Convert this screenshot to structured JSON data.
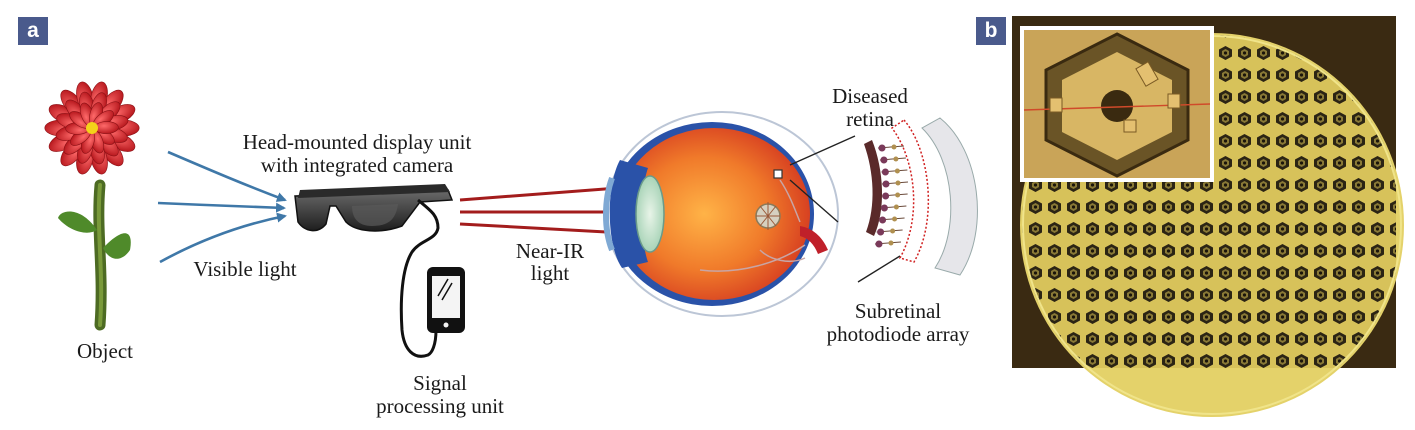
{
  "panels": {
    "a": "a",
    "b": "b"
  },
  "labels": {
    "object": "Object",
    "visible_light": "Visible light",
    "headset_line1": "Head-mounted display unit",
    "headset_line2": "with integrated camera",
    "signal_line1": "Signal",
    "signal_line2": "processing unit",
    "near_ir_line1": "Near-IR",
    "near_ir_line2": "light",
    "diseased_line1": "Diseased",
    "diseased_line2": "retina",
    "subretinal_line1": "Subretinal",
    "subretinal_line2": "photodiode array"
  },
  "colors": {
    "panel_tag": "#4a5a8c",
    "visible_arrows": "#3f78a8",
    "ir_arrows": "#a31c1c",
    "petal": "#d8232a",
    "stem": "#5a7a2a",
    "chip_gold": "#d7c25a",
    "chip_bg": "#3a2a12"
  },
  "icons": [
    "flower",
    "smart-glasses",
    "smartphone",
    "eye-cross-section",
    "retina-cross-section",
    "photodiode-chip-micrograph"
  ]
}
